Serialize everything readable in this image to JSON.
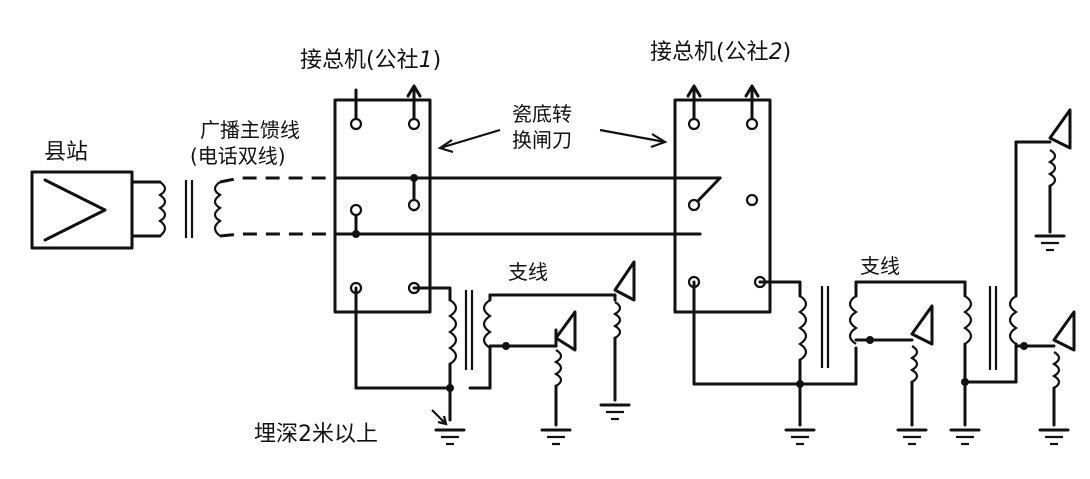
{
  "labels": {
    "county_station": "县站",
    "main_feeder_line1": "广播主馈线",
    "main_feeder_line2": "(电话双线)",
    "switch_label1": "接总机(公社",
    "switch_label1_sub": "1",
    "switch_label1_close": ")",
    "switch_label2": "接总机(公社",
    "switch_label2_sub": "2",
    "switch_label2_close": ")",
    "knife_switch_line1": "瓷底转",
    "knife_switch_line2": "换闸刀",
    "branch_line1": "支线",
    "branch_line2": "支线",
    "burial_depth": "埋深2米以上"
  },
  "colors": {
    "ink": "#111111",
    "background": "#ffffff"
  }
}
